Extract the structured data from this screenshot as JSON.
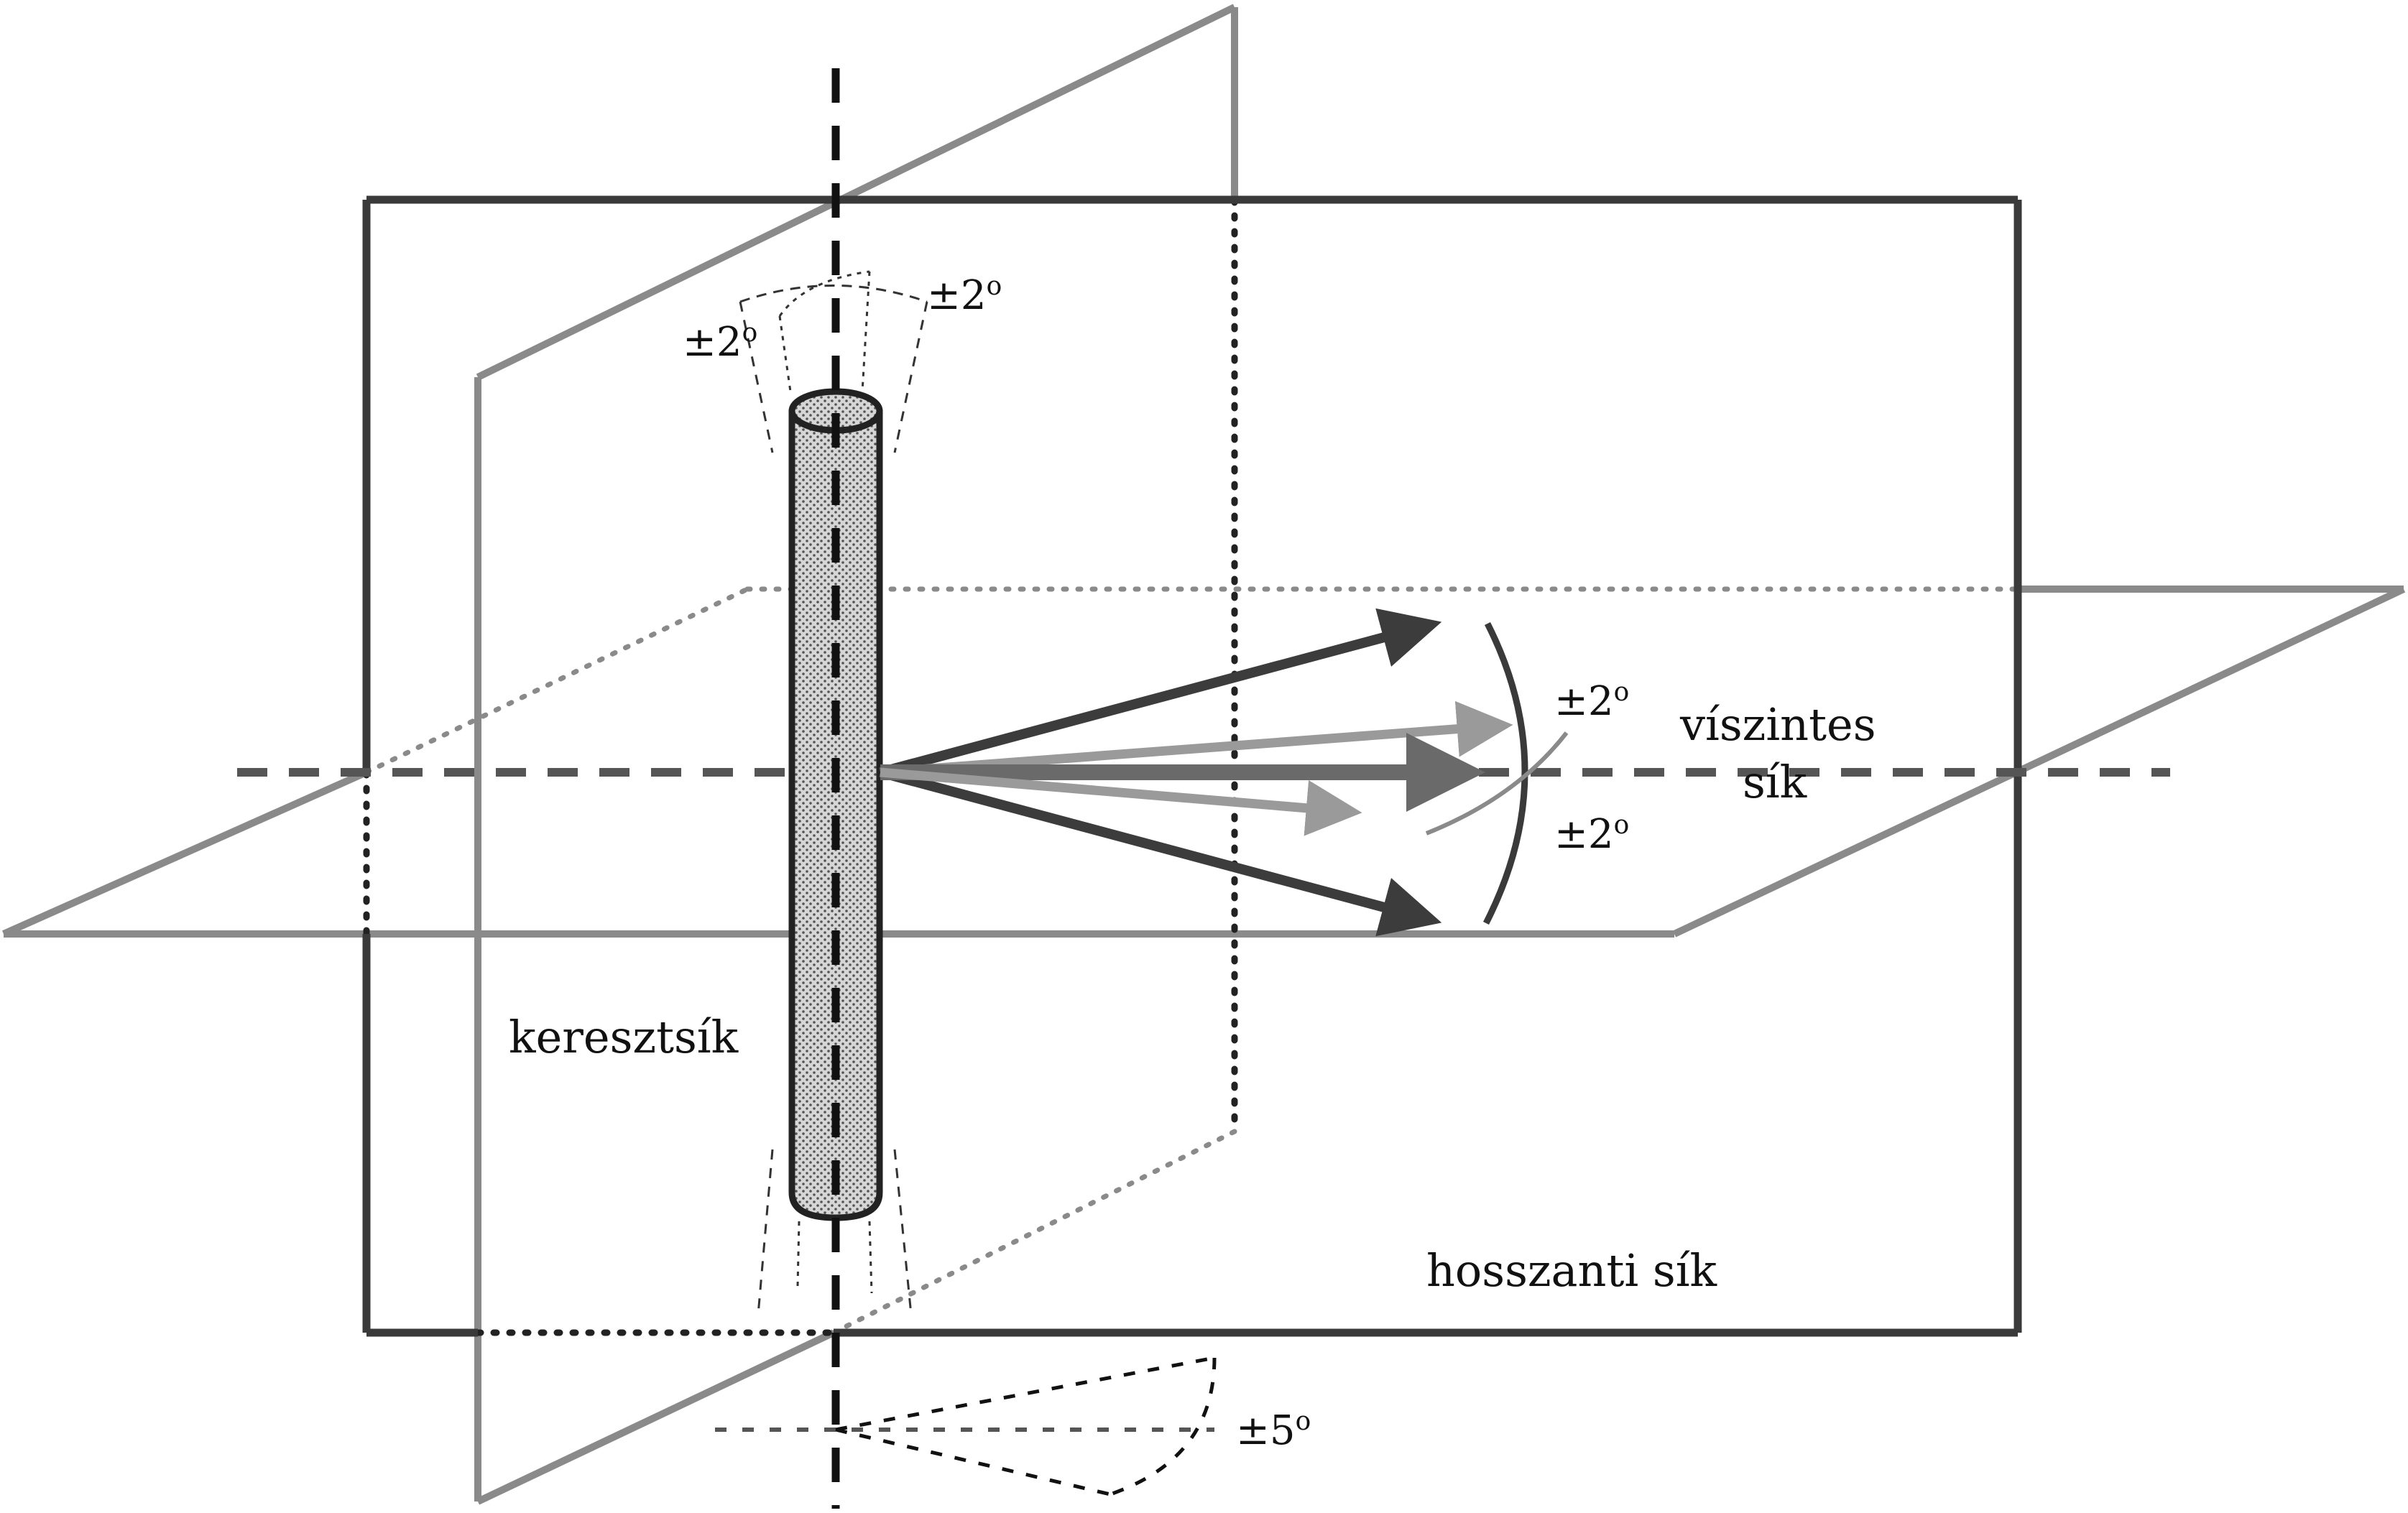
{
  "diagram": {
    "planes": {
      "frontal_label": "keresztsík",
      "sagittal_label": "hosszanti sík",
      "horizontal_label_line1": "víszintes",
      "horizontal_label_line2": "sík"
    },
    "tolerances": {
      "vertical_left": {
        "value": "±2",
        "unit": "o"
      },
      "vertical_right": {
        "value": "±2",
        "unit": "o"
      },
      "horizontal_upper": {
        "value": "±2",
        "unit": "o"
      },
      "horizontal_lower": {
        "value": "±2",
        "unit": "o"
      },
      "rotation": {
        "value": "±5",
        "unit": "o"
      }
    },
    "colors": {
      "frontal_plane": "#3a3a3a",
      "sagittal_plane": "#8a8a8a",
      "horizontal_plane": "#8a8a8a",
      "axis": "#111111",
      "cylinder_fill": "#bdbdbd",
      "arrow_dark": "#3c3c3c",
      "arrow_mid": "#6a6a6a",
      "arrow_light": "#9a9a9a"
    }
  }
}
